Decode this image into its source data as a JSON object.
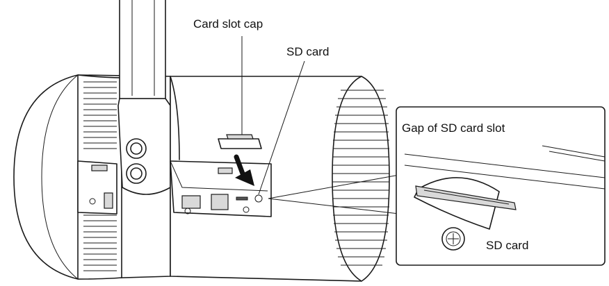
{
  "labels": {
    "card_slot_cap": "Card slot cap",
    "sd_card_main": "SD card",
    "gap_of_sd_card_slot": "Gap of SD card slot",
    "sd_card_detail": "SD card"
  },
  "colors": {
    "line": "#1a1a1a",
    "background": "#ffffff",
    "arrow": "#111111"
  }
}
